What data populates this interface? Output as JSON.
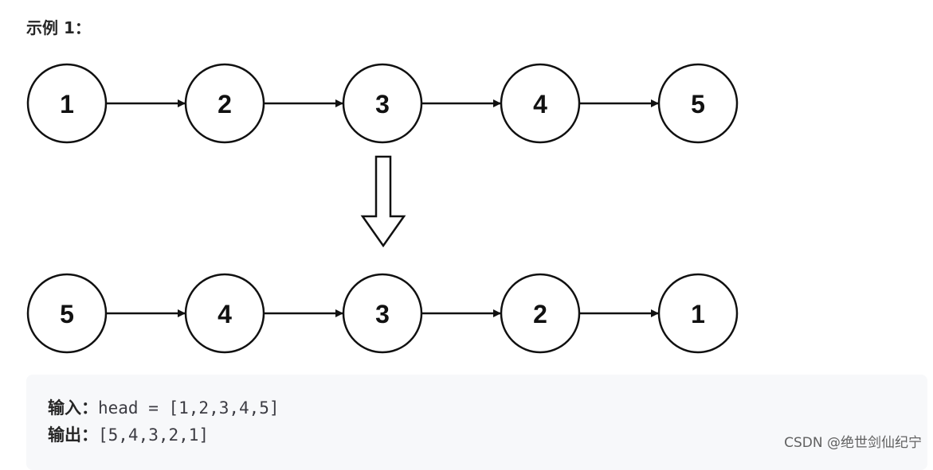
{
  "example_title": "示例 1：",
  "list_before": [
    "1",
    "2",
    "3",
    "4",
    "5"
  ],
  "list_after": [
    "5",
    "4",
    "3",
    "2",
    "1"
  ],
  "io": {
    "input_label": "输入：",
    "input_value": "head = [1,2,3,4,5]",
    "output_label": "输出：",
    "output_value": "[5,4,3,2,1]"
  },
  "watermark": "CSDN @绝世剑仙纪宁",
  "colors": {
    "stroke": "#111111",
    "code_bg": "#f7f8fa"
  }
}
